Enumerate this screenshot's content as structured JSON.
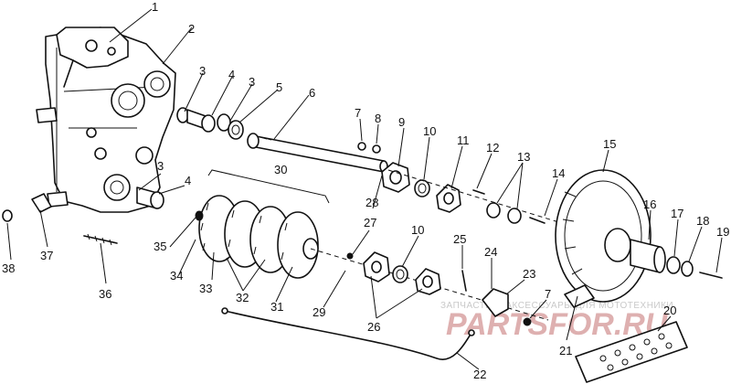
{
  "callouts": [
    {
      "id": "c1",
      "text": "1"
    },
    {
      "id": "c2",
      "text": "2"
    },
    {
      "id": "c3a",
      "text": "3"
    },
    {
      "id": "c4a",
      "text": "4"
    },
    {
      "id": "c3b",
      "text": "3"
    },
    {
      "id": "c5",
      "text": "5"
    },
    {
      "id": "c6",
      "text": "6"
    },
    {
      "id": "c7a",
      "text": "7"
    },
    {
      "id": "c8",
      "text": "8"
    },
    {
      "id": "c9",
      "text": "9"
    },
    {
      "id": "c10a",
      "text": "10"
    },
    {
      "id": "c11",
      "text": "11"
    },
    {
      "id": "c12",
      "text": "12"
    },
    {
      "id": "c13",
      "text": "13"
    },
    {
      "id": "c14",
      "text": "14"
    },
    {
      "id": "c15",
      "text": "15"
    },
    {
      "id": "c3c",
      "text": "3"
    },
    {
      "id": "c4b",
      "text": "4"
    },
    {
      "id": "c30",
      "text": "30"
    },
    {
      "id": "c28",
      "text": "28"
    },
    {
      "id": "c16",
      "text": "16"
    },
    {
      "id": "c17",
      "text": "17"
    },
    {
      "id": "c18",
      "text": "18"
    },
    {
      "id": "c19",
      "text": "19"
    },
    {
      "id": "c27",
      "text": "27"
    },
    {
      "id": "c10b",
      "text": "10"
    },
    {
      "id": "c25",
      "text": "25"
    },
    {
      "id": "c24",
      "text": "24"
    },
    {
      "id": "c23",
      "text": "23"
    },
    {
      "id": "c7b",
      "text": "7"
    },
    {
      "id": "c20",
      "text": "20"
    },
    {
      "id": "c21",
      "text": "21"
    },
    {
      "id": "c22",
      "text": "22"
    },
    {
      "id": "c26",
      "text": "26"
    },
    {
      "id": "c29",
      "text": "29"
    },
    {
      "id": "c31",
      "text": "31"
    },
    {
      "id": "c32",
      "text": "32"
    },
    {
      "id": "c33",
      "text": "33"
    },
    {
      "id": "c34",
      "text": "34"
    },
    {
      "id": "c35",
      "text": "35"
    },
    {
      "id": "c36",
      "text": "36"
    },
    {
      "id": "c37",
      "text": "37"
    },
    {
      "id": "c38",
      "text": "38"
    }
  ],
  "watermark": {
    "caption": "ЗАПЧАСТИ И АКСЕССУАРЫ ДЛЯ МОТОТЕХНИКИ",
    "logo": "PARTSFOR.RU"
  },
  "colors": {
    "ink": "#111111",
    "watermark_logo": "#d9a3a3",
    "watermark_caption": "#c9c9c9"
  }
}
